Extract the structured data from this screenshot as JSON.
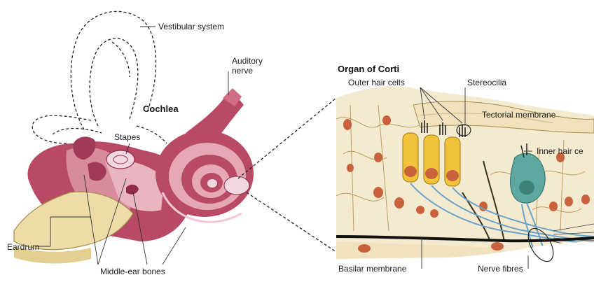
{
  "labels": {
    "vestibular_system": "Vestibular system",
    "auditory_nerve_line1": "Auditory",
    "auditory_nerve_line2": "nerve",
    "cochlea": "Cochlea",
    "stapes": "Stapes",
    "eardrum": "Eardrum",
    "middle_ear_bones": "Middle-ear bones",
    "organ_of_corti": "Organ of Corti",
    "outer_hair_cells": "Outer hair cells",
    "stereocilia": "Stereocilia",
    "tectorial_membrane": "Tectorial membrane",
    "inner_hair_cell": "Inner hair ce",
    "basilar_membrane": "Basilar membrane",
    "nerve_fibres": "Nerve fibres"
  },
  "colors": {
    "tissue_pink": "#b84a66",
    "tissue_dark": "#8f2c47",
    "bone_cream": "#ecdca8",
    "cell_cream": "#f4ead0",
    "nucleus_orange": "#c9623c",
    "hair_cell_yellow": "#f2c23a",
    "inner_cell_teal": "#5fa8a0",
    "nerve_blue": "#6aa2c8"
  }
}
